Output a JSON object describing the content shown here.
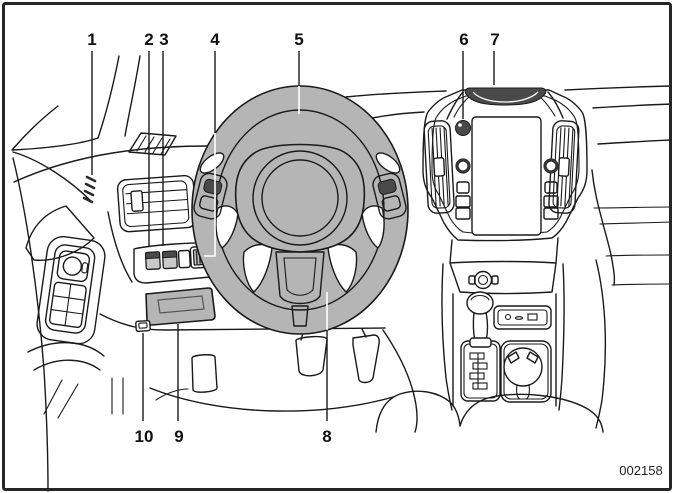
{
  "figure": {
    "figure_code": "002158",
    "callouts": [
      {
        "number": "1"
      },
      {
        "number": "2"
      },
      {
        "number": "3"
      },
      {
        "number": "4"
      },
      {
        "number": "5"
      },
      {
        "number": "6"
      },
      {
        "number": "7"
      },
      {
        "number": "8"
      },
      {
        "number": "9"
      },
      {
        "number": "10"
      }
    ],
    "colors": {
      "line": "#1a1a1a",
      "wheel_gray": "#b5b5b5",
      "dark_fill": "#4a4a4a",
      "background": "#ffffff"
    }
  }
}
